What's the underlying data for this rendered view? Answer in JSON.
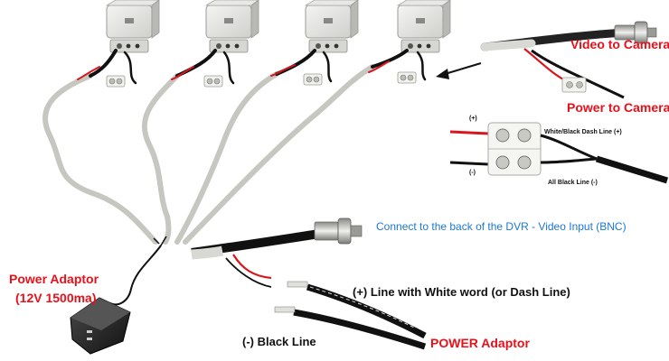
{
  "colors": {
    "accent_red": "#e8101a",
    "accent_blue": "#1a78d6",
    "cable_grey": "#c7c7c2",
    "wire_black": "#111111",
    "wire_red": "#d8161c"
  },
  "labels": {
    "video_to_camera": "Video to Camera",
    "power_to_camera": "Power to Camera",
    "plus_sign": "(+)",
    "minus_sign": "(-)",
    "white_black_dash": "White/Black Dash Line (+)",
    "all_black_line": "All Black Line (-)",
    "connect_dvr": "Connect to the back of the DVR - Video Input (BNC)",
    "power_adaptor_title": "Power Adaptor",
    "power_adaptor_rating": "(12V 1500ma)",
    "plus_line": "(+) Line with White word (or Dash Line)",
    "minus_line": "(-) Black Line",
    "power_adaptor_caps": "POWER Adaptor"
  },
  "icons": {
    "camera": "cctv-camera-icon",
    "bnc": "bnc-connector-icon",
    "terminal": "screw-terminal-icon",
    "adaptor": "power-adaptor-icon",
    "arrow": "pointer-arrow-icon"
  }
}
